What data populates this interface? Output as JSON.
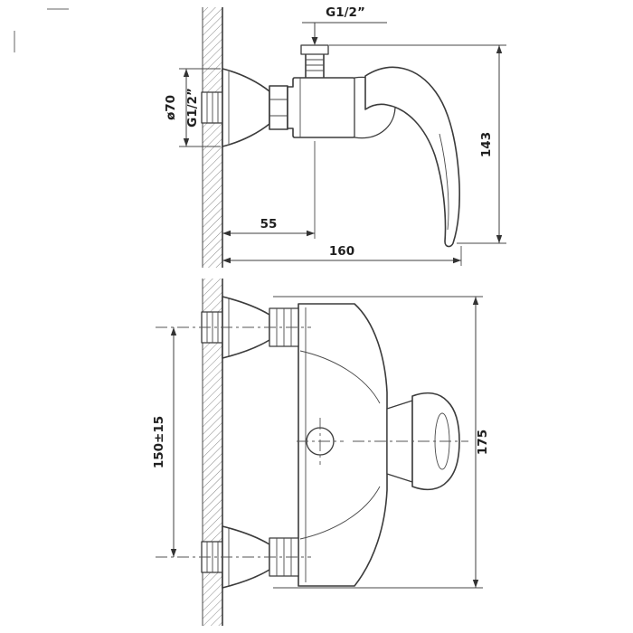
{
  "drawing": {
    "background": "#ffffff",
    "line_color": "#3b3b3b",
    "views": {
      "side": {
        "name": "side-section-view",
        "labels": {
          "top_thread": "G1/2”",
          "flange_diameter": "ø70",
          "wall_thread": "G1/2”",
          "overall_height": "143",
          "wall_to_outlet_center": "55",
          "overall_depth": "160"
        }
      },
      "plan": {
        "name": "plan-view",
        "labels": {
          "inlet_spacing": "150±15",
          "overall_width": "175"
        }
      }
    }
  }
}
